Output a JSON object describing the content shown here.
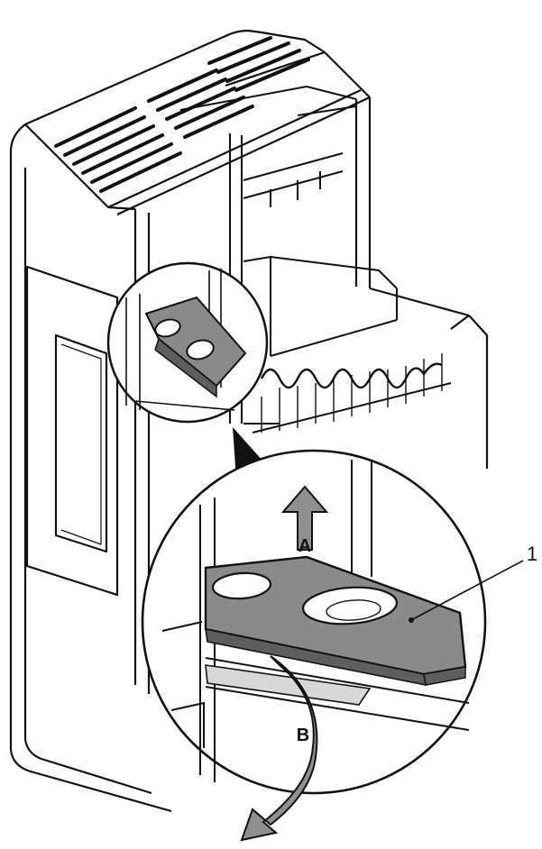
{
  "labels": {
    "arrow_a": "A",
    "arrow_b": "B",
    "callout_1": "1"
  },
  "colors": {
    "line": "#111111",
    "paper": "#ffffff",
    "plate": "#8a8a8a",
    "plate_edge": "#5e5e5e",
    "arrow_fill": "#8f8f8f",
    "pale": "#d8d8d8"
  }
}
